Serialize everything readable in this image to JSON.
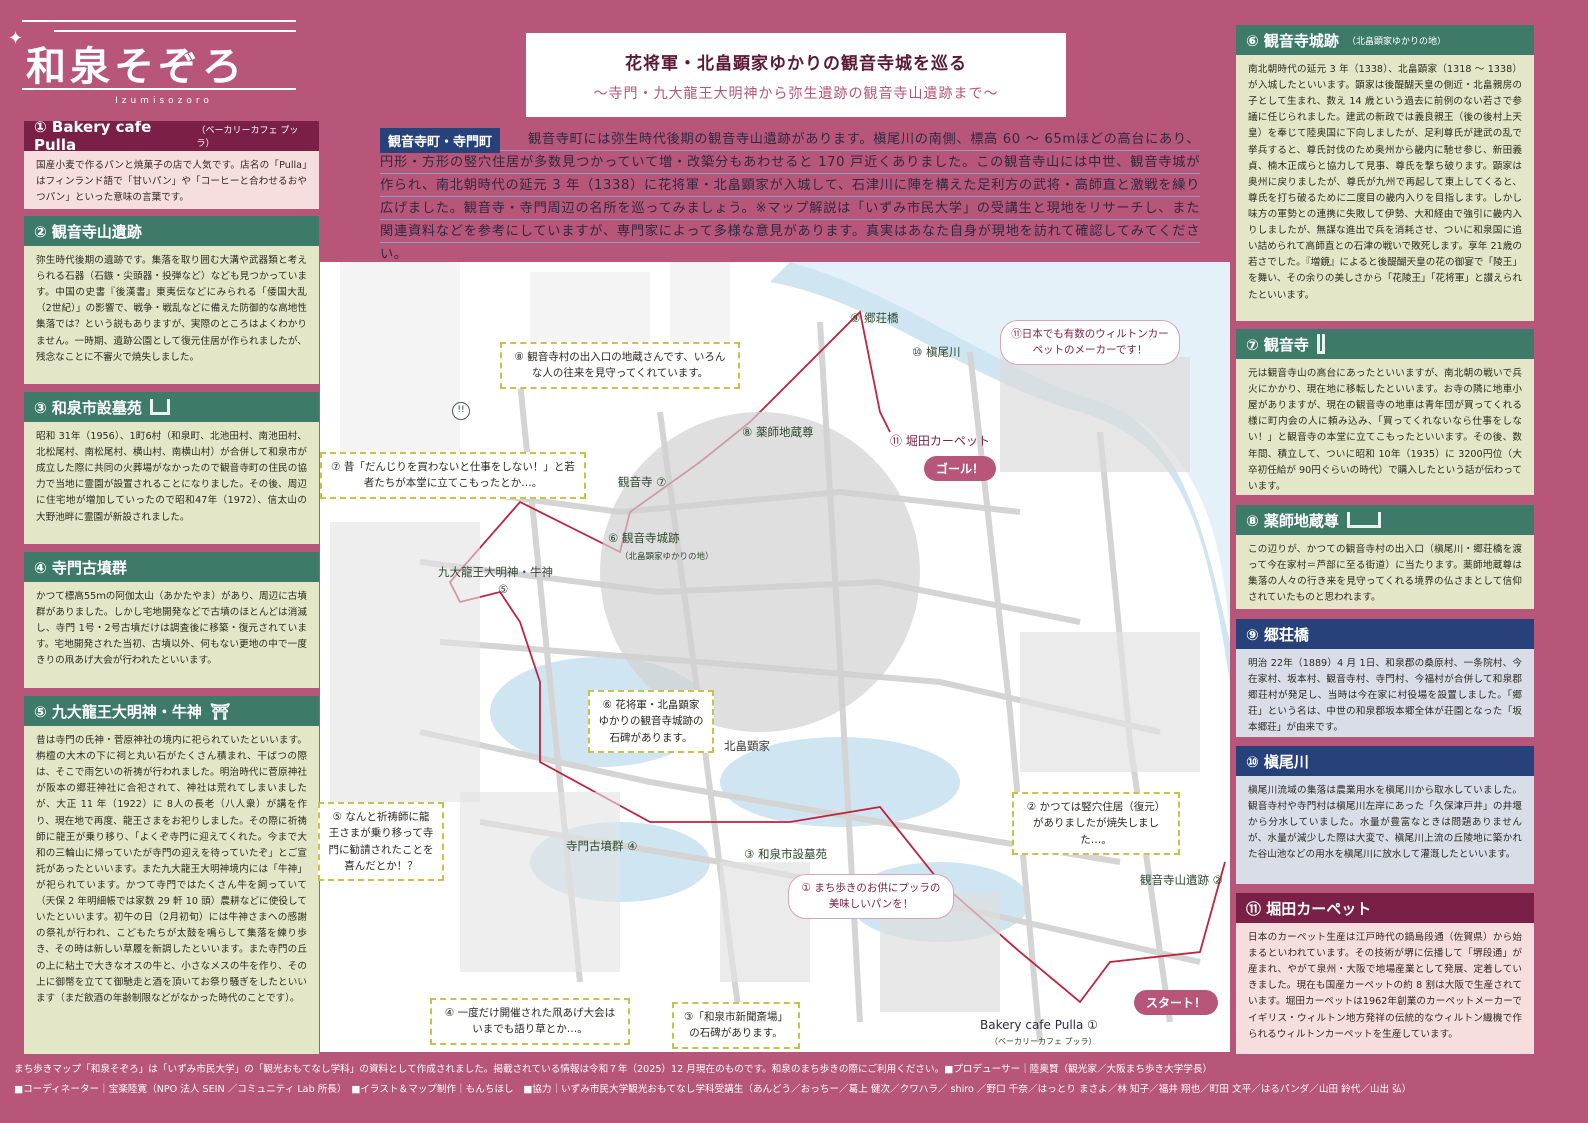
{
  "logo": {
    "title": "和泉そぞろ",
    "romaji": "Izumisozoro"
  },
  "header": {
    "title": "花将軍・北畠顕家ゆかりの観音寺城を巡る",
    "subtitle": "～寺門・九大龍王大明神から弥生遺跡の観音寺山遺跡まで～"
  },
  "intro": {
    "tag": "観音寺町・寺門町",
    "text": "観音寺町には弥生時代後期の観音寺山遺跡があります。槇尾川の南側、標高 60 ～ 65mほどの高台にあり、円形・方形の竪穴住居が多数見つかっていて増・改築分もあわせると 170 戸近くありました。この観音寺山には中世、観音寺城が作られ、南北朝時代の延元 3 年（1338）に花将軍・北畠顕家が入城して、石津川に陣を構えた足利方の武将・高師直と激戦を繰り広げました。観音寺・寺門周辺の名所を巡ってみましょう。※マップ解説は「いずみ市民大学」の受講生と現地をリサーチし、また関連資料などを参考にしていますが、専門家によって多様な意見があります。真実はあなた自身が現地を訪れて確認してみてください。"
  },
  "left_cards": [
    {
      "title": "① Bakery cafe Pulla",
      "sub": "（ベーカリーカフェ プッラ）",
      "text": "国産小麦で作るパンと焼菓子の店で人気です。店名の「Pulla」はフィンランド語で「甘いパン」や「コーヒーと合わせるおやつパン」といった意味の言葉です。"
    },
    {
      "title": "② 観音寺山遺跡",
      "sub": "",
      "text": "弥生時代後期の遺跡です。集落を取り囲む大溝や武器類と考えられる石器（石鏃・尖頭器・投弾など）なども見つかっています。中国の史書『後漢書』東夷伝などにみられる「倭国大乱（2世紀）」の影響で、戦争・戦乱などに備えた防御的な高地性集落では？という説もありますが、実際のところはよくわかりません。一時期、遺跡公園として復元住居が作られましたが、残念なことに不審火で焼失しました。"
    },
    {
      "title": "③ 和泉市設墓苑",
      "sub": "",
      "text": "昭和 31年（1956）、1町6村（和泉町、北池田村、南池田村、北松尾村、南松尾村、横山村、南横山村）が合併して和泉市が成立した際に共同の火葬場がなかったので観音寺町の住民の協力で当地に霊園が設置されることになりました。その後、周辺に住宅地が増加していったので昭和47年（1972）、信太山の大野池畔に霊園が新設されました。"
    },
    {
      "title": "④ 寺門古墳群",
      "sub": "",
      "text": "かつて標高55ｍの阿伽太山（あかたやま）があり、周辺に古墳群がありました。しかし宅地開発などで古墳のほとんどは消滅し、寺門 1号・2号古墳だけは調査後に移築・復元されています。宅地開発された当初、古墳以外、何もない更地の中で一度きりの凧あげ大会が行われたといいます。"
    },
    {
      "title": "⑤ 九大龍王大明神・牛神",
      "sub": "",
      "text": "昔は寺門の氏神・菅原神社の境内に祀られていたといいます。栴檀の大木の下に祠と丸い石がたくさん積まれ、干ばつの際は、そこで雨乞いの祈祷が行われました。明治時代に菅原神社が阪本の郷荘神社に合祀されて、神社は荒れてしまいましたが、大正 11 年（1922）に 8人の長老（八人衆）が講を作り、現在地で再度、龍王さまをお祀りしました。その際に祈祷師に龍王が乗り移り、「よくぞ寺門に迎えてくれた。今まで大和の三輪山に帰っていたが寺門の迎えを待っていたぞ」とご宣託があったといいます。また九大龍王大明神境内には「牛神」が祀られています。かつて寺門ではたくさん牛を飼っていて（天保 2 年明細帳では家数 29 軒 10 頭）農耕などに使役していたといいます。初午の日（2月初旬）には牛神さまへの感謝の祭礼が行われ、こどもたちが太鼓を鳴らして集落を練り歩き、その時は新しい草履を新調したといいます。また寺門の丘の上に粘土で大きなオスの牛と、小さなメスの牛を作り、その上に御幣を立てて御馳走と酒を頂いてお祭り騒ぎをしたといいます（まだ飲酒の年齢制限などがなかった時代のことです）。"
    }
  ],
  "right_cards": [
    {
      "title": "⑥ 観音寺城跡",
      "sub": "（北畠顕家ゆかりの地）",
      "text": "南北朝時代の延元 3 年（1338）、北畠顕家（1318 ～ 1338）が入城したといいます。顕家は後醍醐天皇の側近・北畠親房の子として生まれ、数え 14 歳という過去に前例のない若さで参議に任じられました。建武の新政では義良親王（後の後村上天皇）を奉じて陸奥国に下向しましたが、足利尊氏が建武の乱で挙兵すると、尊氏討伐のため奥州から畿内に馳せ参じ、新田義貞、楠木正成らと協力して見事、尊氏を撃ち破ります。顕家は奥州に戻りましたが、尊氏が九州で再起して東上してくると、尊氏を打ち破るために二度目の畿内入りを目指します。しかし味方の軍勢との連携に失敗して伊勢、大和経由で強引に畿内入りしましたが、無謀な進出で兵を消耗させ、ついに和泉国に追い詰められて高師直との石津の戦いで敗死します。享年 21歳の若さでした。『増鏡』によると後醍醐天皇の花の御宴で「陵王」を舞い、その余りの美しさから「花陵王」「花将軍」と讃えられたといいます。"
    },
    {
      "title": "⑦ 観音寺",
      "sub": "",
      "text": "元は観音寺山の高台にあったといいますが、南北朝の戦いで兵火にかかり、現在地に移転したといいます。お寺の隣に地車小屋がありますが、現在の観音寺の地車は青年団が買ってくれる様に町内会の人に頼み込み、「買ってくれないなら仕事をしない！」と観音寺の本堂に立てこもったといいます。その後、数年間、積立して、ついに昭和 10年（1935）に 3200円位（大卒初任給が 90円ぐらいの時代）で購入したという話が伝わっています。"
    },
    {
      "title": "⑧ 薬師地蔵尊",
      "sub": "",
      "text": "この辺りが、かつての観音寺村の出入口（槇尾川・郷荘橋を渡って今在家村＝芦部に至る街道）に当たります。薬師地蔵尊は集落の人々の行き来を見守ってくれる境界の仏さまとして信仰されていたものと思われます。"
    },
    {
      "title": "⑨ 郷荘橋",
      "sub": "",
      "text": "明治 22年（1889）4 月 1日、和泉郡の桑原村、一条院村、今在家村、坂本村、観音寺村、寺門村、今福村が合併して和泉郡郷荘村が発足し、当時は今在家に村役場を設置しました。「郷荘」という名は、中世の和泉郡坂本郷全体が荘園となった「坂本郷荘」が由来です。"
    },
    {
      "title": "⑩ 槇尾川",
      "sub": "",
      "text": "槇尾川流域の集落は農業用水を槇尾川から取水していました。観音寺村や寺門村は槇尾川左岸にあった「久保津戸井」の井堰から分水していました。水量が豊富なときは問題ありませんが、水量が減少した際は大変で、槇尾川上流の丘陵地に築かれた谷山池などの用水を槇尾川に放水して灌漑したといいます。"
    },
    {
      "title": "⑪ 堀田カーペット",
      "sub": "",
      "text": "日本のカーペット生産は江戸時代の鍋島段通（佐賀県）から始まるといわれています。その技術が堺に伝播して「堺段通」が産まれ、やがて泉州・大阪で地場産業として発展、定着していきました。現在も国産カーペットの約 8 割は大阪で生産されています。堀田カーペットは1962年創業のカーペットメーカーでイギリス・ウィルトン地方発祥の伝統的なウィルトン織機で作られるウィルトンカーペットを生産しています。"
    }
  ],
  "map": {
    "labels": [
      "⑨ 郷荘橋",
      "⑩ 槇尾川",
      "⑪ 堀田カーペット",
      "⑧ 薬師地蔵尊",
      "観音寺 ⑦",
      "⑥ 観音寺城跡",
      "（北畠顕家ゆかりの地）",
      "九大龍王大明神・牛神",
      "⑤",
      "北畠顕家",
      "寺門古墳群 ④",
      "③ 和泉市設墓苑",
      "観音寺山遺跡 ②",
      "Bakery cafe Pulla ①",
      "（ベーカリーカフェ プッラ）"
    ],
    "goal": "ゴール！",
    "start": "スタート！",
    "bubbles": [
      "⑧ 観音寺村の出入口の地蔵さんです、いろんな人の往来を見守ってくれています。",
      "⑪日本でも有数のウィルトンカーペットのメーカーです！",
      "⑦ 昔「だんじりを買わないと仕事をしない！」と若者たちが本堂に立てこもったとか…。",
      "⑥ 花将軍・北畠顕家ゆかりの観音寺城跡の石碑があります。",
      "② かつては竪穴住居（復元）がありましたが焼失しました…。",
      "⑤ なんと祈祷師に龍王さまが乗り移って寺門に勧請されたことを喜んだとか！？",
      "① まち歩きのお供にプッラの美味しいパンを！",
      "④ 一度だけ開催された凧あげ大会はいまでも語り草とか…。",
      "③「和泉市新聞斎場」の石碑があります。"
    ],
    "exclaim": "!!",
    "colors": {
      "route": "#c0233f",
      "water": "#cfe6f2",
      "road": "#cfcfcf"
    }
  },
  "footer": {
    "line1": "まち歩きマップ「和泉そぞろ」は「いずみ市民大学」の「観光おもてなし学科」の資料として作成されました。掲載されている情報は令和７年（2025）12 月現在のものです。和泉のまち歩きの際にご利用ください。■プロデューサー｜陸奥賢（観光家／大阪まち歩き大学学長）",
    "line2": "■コーディネーター｜宝楽陸寛（NPO 法人 SEIN ／コミュニティ Lab 所長）　■イラスト＆マップ制作｜もんちほし　■協力｜いずみ市民大学観光おもてなし学科受講生（あんどう／おっちー／葛上 健次／クワハラ／ shiro ／野口 千奈／はっとり まさよ／林 知子／福井 翔也／町田 文平／はるパンダ／山田 鈴代／山出 弘）"
  }
}
